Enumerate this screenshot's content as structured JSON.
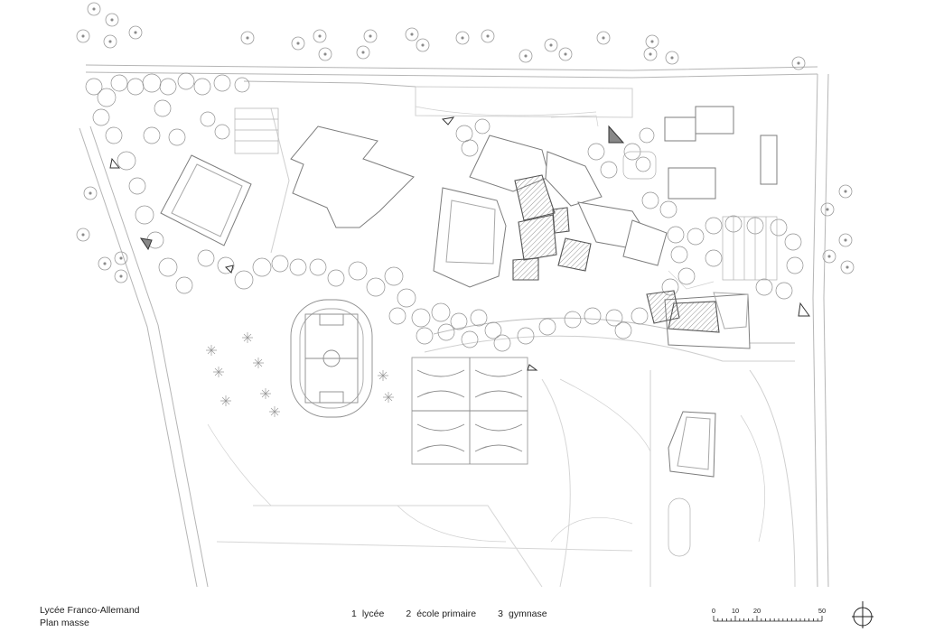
{
  "title": {
    "line1": "Lycée Franco-Allemand",
    "line2": "Plan masse"
  },
  "legend": [
    {
      "number": "1",
      "label": "lycée"
    },
    {
      "number": "2",
      "label": "école primaire"
    },
    {
      "number": "3",
      "label": "gymnase"
    }
  ],
  "scale": {
    "labels": [
      "0",
      "10",
      "20",
      "50"
    ],
    "values": [
      0,
      10,
      20,
      50
    ],
    "max": 50
  },
  "colors": {
    "line": "#9a9a9a",
    "light_line": "#c4c4c4",
    "new_building": "#555555",
    "marker_fill": "#888888"
  },
  "icons": {
    "north_arrow": "north-arrow-icon",
    "view_marker": "view-triangle-icon"
  }
}
